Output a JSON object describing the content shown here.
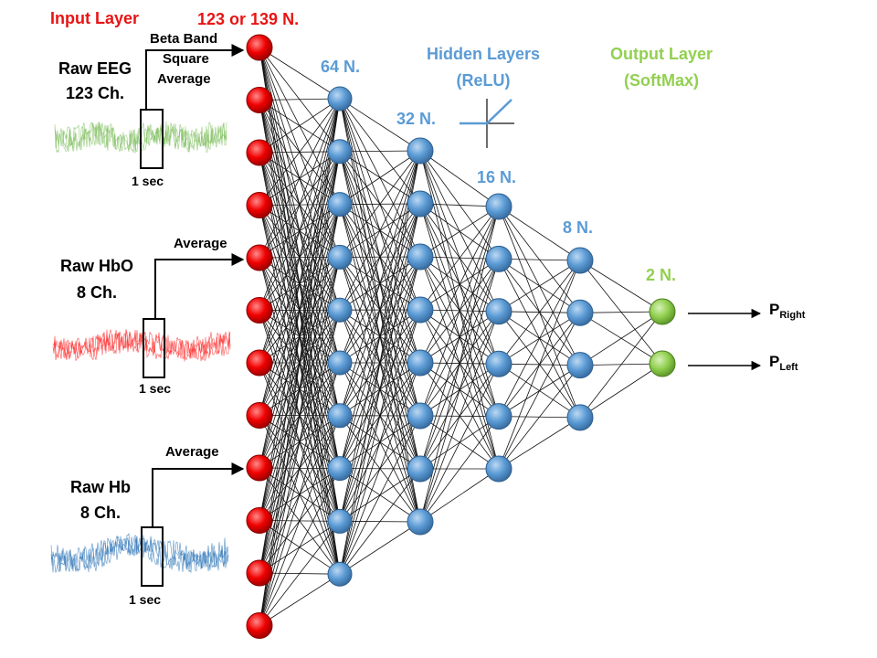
{
  "input": {
    "title": "Input Layer",
    "neuron_count": "123 or 139 N.",
    "neurons_drawn": 12,
    "color": "#ff0000"
  },
  "signals": {
    "eeg": {
      "name": "Raw EEG",
      "channels": "123 Ch.",
      "window_label": "1 sec",
      "proc_line1": "Beta Band",
      "proc_line2": "Square",
      "proc_line3": "Average",
      "color": "#7fbf5f"
    },
    "hbo": {
      "name": "Raw HbO",
      "channels": "8 Ch.",
      "window_label": "1 sec",
      "proc": "Average",
      "color": "#ff2a2a"
    },
    "hb": {
      "name": "Raw Hb",
      "channels": "8 Ch.",
      "window_label": "1 sec",
      "proc": "Average",
      "color": "#2e75b6"
    }
  },
  "hidden": {
    "title": "Hidden Layers",
    "activation": "(ReLU)",
    "layers": [
      {
        "label": "64 N.",
        "neurons_drawn": 10
      },
      {
        "label": "32 N.",
        "neurons_drawn": 8
      },
      {
        "label": "16 N.",
        "neurons_drawn": 6
      },
      {
        "label": "8 N.",
        "neurons_drawn": 4
      }
    ],
    "color": "#5b9bd5"
  },
  "output": {
    "title": "Output Layer",
    "activation": "(SoftMax)",
    "label": "2 N.",
    "neurons_drawn": 2,
    "color": "#92d050",
    "p_symbol": "P",
    "right_sub": "Right",
    "left_sub": "Left"
  }
}
